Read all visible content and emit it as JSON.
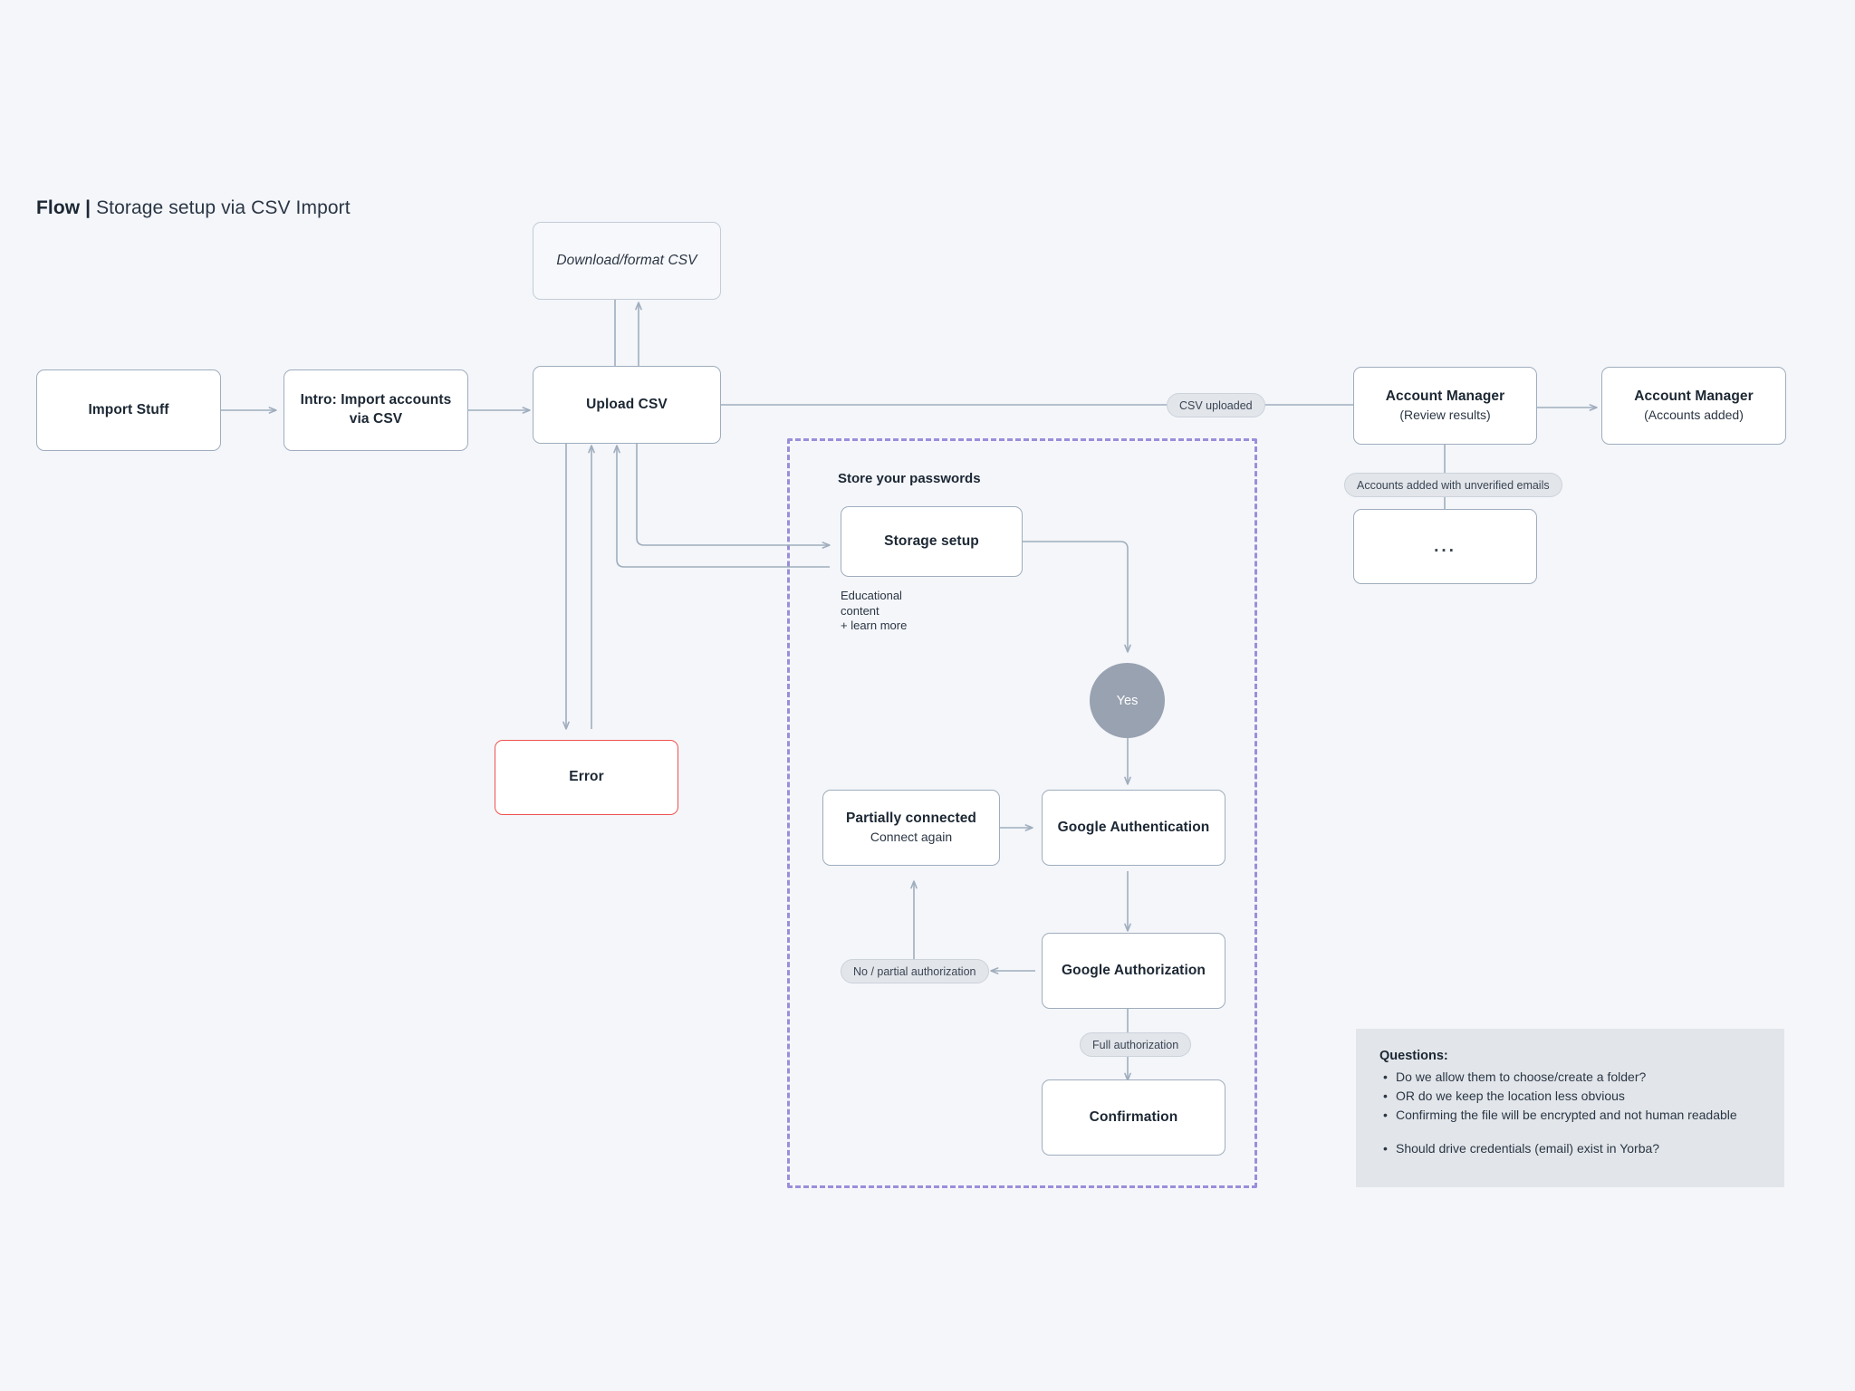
{
  "title": {
    "strong": "Flow |",
    "rest": " Storage setup via CSV Import"
  },
  "colors": {
    "page_background": "#f4f6fa",
    "node_border": "#9fadbd",
    "node_background": "#ffffff",
    "error_border": "#ef5350",
    "group_dashed_border": "#9b8ed9",
    "decision_circle": "#98a2b1",
    "pill_background": "#e2e5ea",
    "panel_background": "#e2e6ea",
    "text_primary": "#1c2733",
    "connector": "#9fadbd"
  },
  "nodes": {
    "import_stuff": {
      "title": "Import Stuff"
    },
    "intro": {
      "title": "Intro: Import accounts\nvia CSV",
      "line1": "Intro: Import accounts",
      "line2": "via CSV"
    },
    "download_format_csv": {
      "title": "Download/format CSV"
    },
    "upload_csv": {
      "title": "Upload CSV"
    },
    "error": {
      "title": "Error"
    },
    "storage_setup": {
      "title": "Storage setup"
    },
    "yes_decision": {
      "label": "Yes"
    },
    "partially_connected": {
      "title": "Partially connected",
      "subtitle": "Connect again"
    },
    "google_authentication": {
      "title": "Google Authentication"
    },
    "google_authorization": {
      "title": "Google Authorization"
    },
    "confirmation": {
      "title": "Confirmation"
    },
    "account_manager_review": {
      "title": "Account Manager",
      "subtitle": "(Review results)"
    },
    "account_manager_added": {
      "title": "Account Manager",
      "subtitle": "(Accounts added)"
    },
    "ellipsis_next": {
      "title": "• • •",
      "dots": "..."
    }
  },
  "group": {
    "label": "Store your passwords",
    "storage_caption": "Educational\ncontent\n+ learn more"
  },
  "pills": {
    "csv_uploaded": "CSV uploaded",
    "accounts_unverified": "Accounts added with unverified emails",
    "no_partial_authorization": "No / partial authorization",
    "full_authorization": "Full authorization"
  },
  "questions": {
    "heading": "Questions:",
    "items": [
      "Do we allow them to choose/create a folder?",
      "OR do we keep the location less obvious",
      "Confirming the file will be encrypted and not human readable",
      "",
      "Should drive credentials (email) exist in Yorba?"
    ]
  }
}
